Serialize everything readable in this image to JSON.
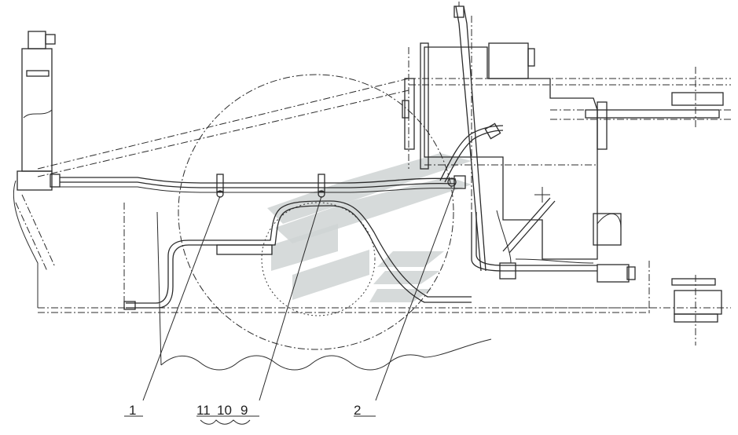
{
  "callouts": [
    {
      "id": "part-1",
      "label": "1"
    },
    {
      "id": "part-11",
      "label": "11"
    },
    {
      "id": "part-10",
      "label": "10"
    },
    {
      "id": "part-9",
      "label": "9"
    },
    {
      "id": "part-2",
      "label": "2"
    }
  ],
  "colors": {
    "line": "#2b2b2b",
    "watermark": "#cfd3d3",
    "background": "#ffffff"
  }
}
